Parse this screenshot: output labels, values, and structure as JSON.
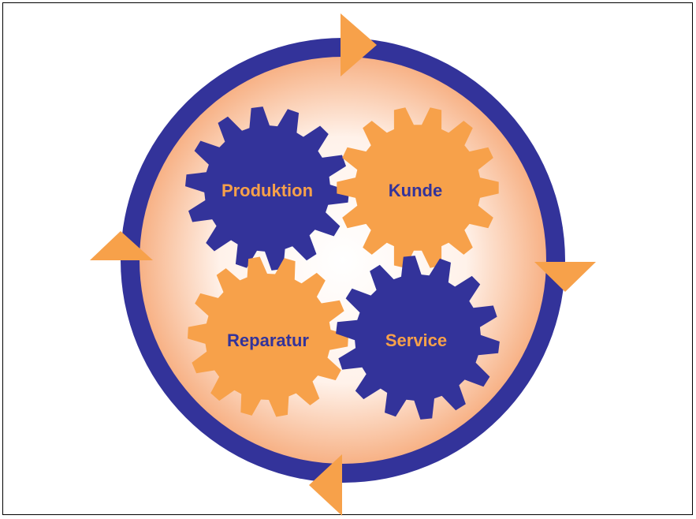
{
  "diagram": {
    "gears": [
      {
        "id": "produktion",
        "label": "Produktion",
        "fill": "#33339a",
        "text_color": "#f7a14a"
      },
      {
        "id": "kunde",
        "label": "Kunde",
        "fill": "#f7a14a",
        "text_color": "#33339a"
      },
      {
        "id": "reparatur",
        "label": "Reparatur",
        "fill": "#f7a14a",
        "text_color": "#33339a"
      },
      {
        "id": "service",
        "label": "Service",
        "fill": "#33339a",
        "text_color": "#f7a14a"
      }
    ],
    "cycle": {
      "ring_color": "#33339a",
      "arrow_color": "#f7a14a",
      "inner_gradient": [
        "#f5a16c",
        "#ffffff"
      ]
    }
  }
}
